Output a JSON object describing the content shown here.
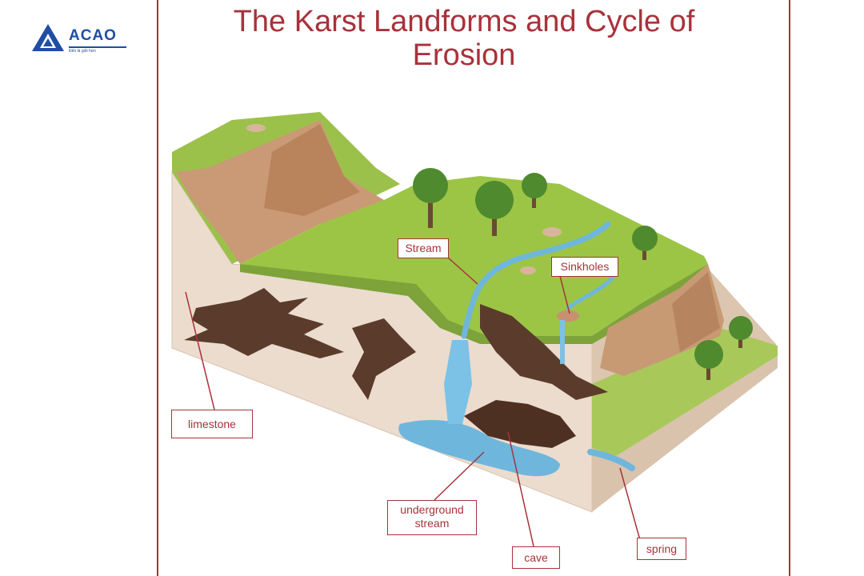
{
  "logo": {
    "name": "ACAO",
    "tagline": "Đến là giỏi hơn"
  },
  "title": "The Karst Landforms and Cycle of Erosion",
  "labels": {
    "stream": "Stream",
    "sinkholes": "Sinkholes",
    "limestone": "limestone",
    "underground_stream": "underground stream",
    "cave": "cave",
    "spring": "spring"
  },
  "colors": {
    "title": "#a8323a",
    "label_border": "#a8323a",
    "logo": "#1f4ea3",
    "grass": "#8cb83f",
    "limestone": "#e8d7c7",
    "water": "#6fb6dd",
    "cave": "#5a3a2a"
  }
}
